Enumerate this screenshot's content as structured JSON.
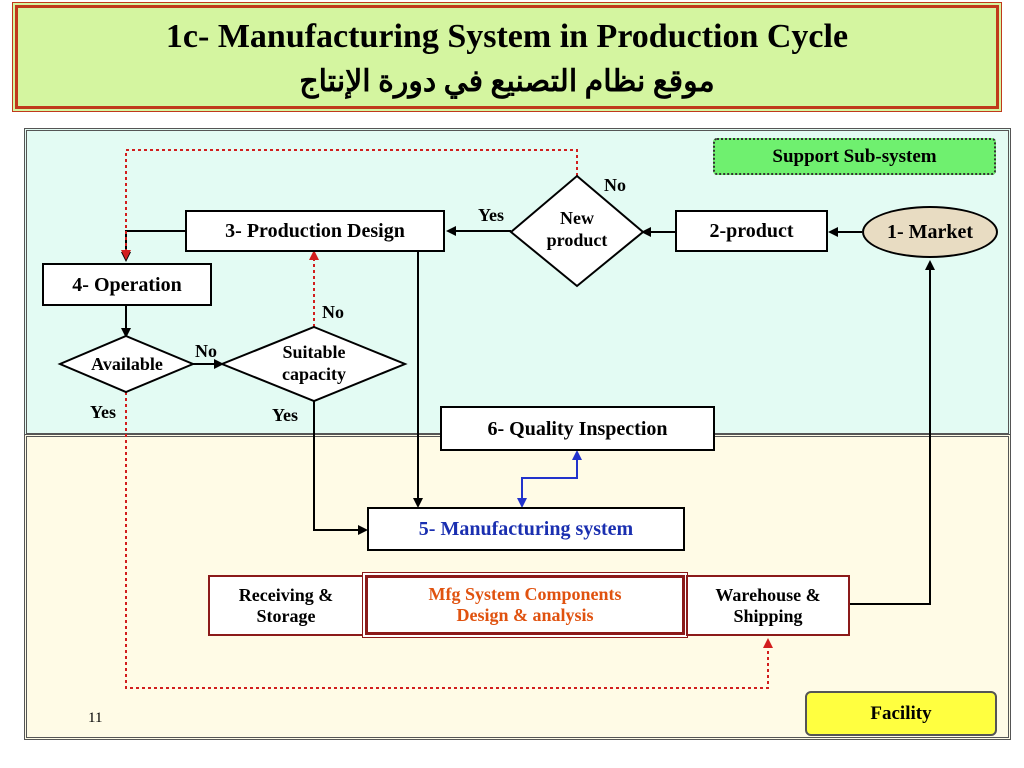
{
  "title": {
    "en": "1c- Manufacturing System in  Production Cycle",
    "ar": "موقع نظام التصنيع في دورة الإنتاج"
  },
  "tags": {
    "support": "Support Sub-system",
    "facility": "Facility"
  },
  "nodes": {
    "market": "1- Market",
    "product": "2-product",
    "new_product": [
      "New",
      "product"
    ],
    "production_design": "3- Production Design",
    "operation": "4- Operation",
    "available": "Available",
    "suitable_capacity": [
      "Suitable",
      "capacity"
    ],
    "quality_inspection": "6- Quality Inspection",
    "manufacturing_system": "5- Manufacturing system",
    "receiving_storage": [
      "Receiving &",
      "Storage"
    ],
    "mfg_components": [
      "Mfg  System Components",
      "Design & analysis"
    ],
    "warehouse_shipping": [
      "Warehouse &",
      "Shipping"
    ]
  },
  "edge_labels": {
    "no_new_product": "No",
    "yes_new_product": "Yes",
    "no_suitable": "No",
    "no_available": "No",
    "yes_available": "Yes",
    "yes_suitable": "Yes"
  },
  "colors": {
    "title_bg": "#d4f5a0",
    "title_border": "#c0391b",
    "support_bg": "#e3fbf3",
    "facility_bg": "#fffbe6",
    "support_tag": "#6ff06f",
    "facility_tag": "#ffff40",
    "market_fill": "#e8dcc2",
    "manufacturing_text": "#1a2fb0",
    "mfg_components_text": "#e0520f",
    "dotted_red": "#d21e1e",
    "quality_link": "#2233cc"
  },
  "page_number": "11"
}
